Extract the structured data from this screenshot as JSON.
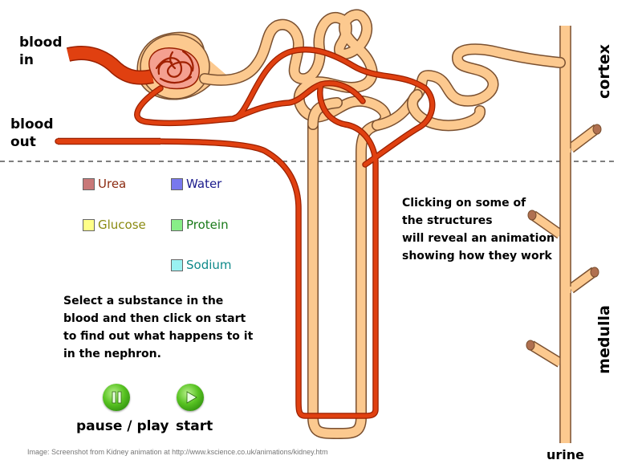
{
  "labels": {
    "blood_in": [
      "blood",
      "in"
    ],
    "blood_out": [
      "blood",
      "out"
    ],
    "cortex": "cortex",
    "medulla": "medulla",
    "urine": "urine"
  },
  "legend": [
    {
      "label": "Urea",
      "swatch": "#c87878",
      "text_color": "#8b2a10"
    },
    {
      "label": "Water",
      "swatch": "#7878ee",
      "text_color": "#1a1a8c"
    },
    {
      "label": "Glucose",
      "swatch": "#ffff88",
      "text_color": "#8a8a10"
    },
    {
      "label": "Protein",
      "swatch": "#88ee88",
      "text_color": "#1a7a1a"
    },
    {
      "label": "Sodium",
      "swatch": "#99f2f2",
      "text_color": "#0f8a8a"
    }
  ],
  "instructions": [
    "Select a substance in the",
    "blood and then click on start",
    "to find out what happens to it",
    "in the nephron."
  ],
  "hint": [
    "Clicking on some of",
    "the structures",
    "will reveal an animation",
    "showing how they work"
  ],
  "controls": {
    "pause_play": "pause / play",
    "start": "start"
  },
  "caption": "Image: Screenshot from Kidney animation at http://www.kscience.co.uk/animations/kidney.htm",
  "colors": {
    "tubule": "#fcc98f",
    "tubule_edge": "#7a5030",
    "vessel": "#e04010",
    "vessel_edge": "#9a2000",
    "glomerulus": "#f4a090",
    "boundary": "#333333"
  }
}
